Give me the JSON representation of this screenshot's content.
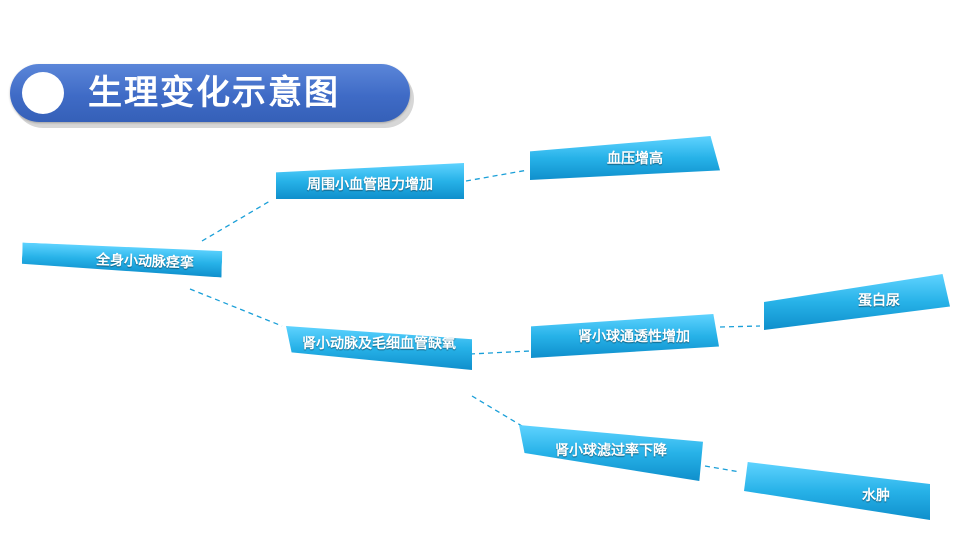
{
  "title": "生理变化示意图",
  "colors": {
    "title_bar": "#3f6bc6",
    "node": "#27b2e8",
    "connector": "#1a9fd8"
  },
  "nodes": {
    "root": "全身小动脉痉挛",
    "resistance": "周围小血管阻力增加",
    "blood_pressure": "血压增高",
    "renal_hypoxia": "肾小动脉及毛细血管缺氧",
    "permeability": "肾小球通透性增加",
    "proteinuria": "蛋白尿",
    "gfr_down": "肾小球滤过率下降",
    "edema": "水肿"
  }
}
